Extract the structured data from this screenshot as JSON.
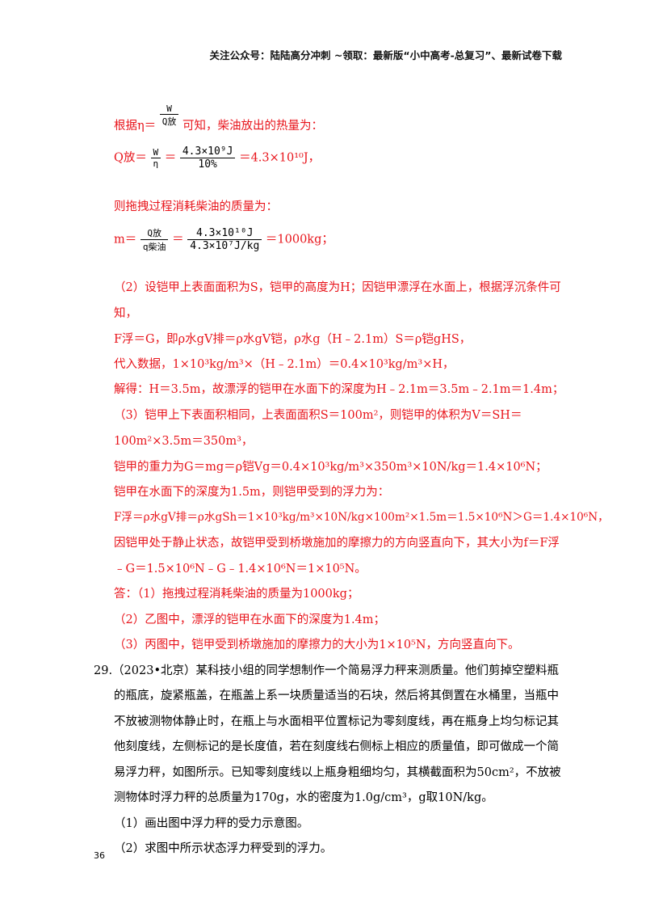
{
  "header": "关注公众号：陆陆高分冲刺  ~领取：最新版“小中高考-总复习”、最新试卷下载",
  "s1": {
    "prefix": "根据η＝",
    "num": "W",
    "den": "Q放",
    "suffix": "可知，柴油放出的热量为："
  },
  "s2": {
    "lhs": "Q放＝",
    "f1_num": "W",
    "f1_den": "η",
    "eq": "＝",
    "f2_num": "4.3×10⁹J",
    "f2_den": "10%",
    "result": "＝4.3×10¹⁰J，"
  },
  "s3": "则拖拽过程消耗柴油的质量为：",
  "s4": {
    "lhs": "m＝",
    "f1_num": "Q放",
    "f1_den": "q柴油",
    "eq": "＝",
    "f2_num": "4.3×10¹⁰J",
    "f2_den": "4.3×10⁷J/kg",
    "result": "＝1000kg；"
  },
  "p2": [
    "（2）设铠甲上表面面积为S，铠甲的高度为H；因铠甲漂浮在水面上，根据浮沉条件可",
    "知，",
    "F浮＝G，即ρ水gV排＝ρ水gV铠，ρ水g（H﹣2.1m）S＝ρ铠gHS，",
    "代入数据，1×10³kg/m³×（H﹣2.1m）＝0.4×10³kg/m³×H，",
    "解得：H＝3.5m，故漂浮的铠甲在水面下的深度为H﹣2.1m＝3.5m﹣2.1m＝1.4m；",
    "（3）铠甲上下表面积相同，上表面面积S＝100m²，则铠甲的体积为V＝SH＝",
    "100m²×3.5m＝350m³，",
    "铠甲的重力为G＝mg＝ρ铠Vg＝0.4×10³kg/m³×350m³×10N/kg＝1.4×10⁶N；",
    "铠甲在水面下的深度为1.5m，则铠甲受到的浮力为：",
    "F浮＝ρ水gV排＝ρ水gSh＝1×10³kg/m³×10N/kg×100m²×1.5m＝1.5×10⁶N＞G＝1.4×10⁶N，",
    "因铠甲处于静止状态，故铠甲受到桥墩施加的摩擦力的方向竖直向下，其大小为f＝F浮",
    "﹣G＝1.5×10⁶N﹣G﹣1.4×10⁶N＝1×10⁵N。",
    "答：（1）拖拽过程消耗柴油的质量为1000kg；",
    "（2）乙图中，漂浮的铠甲在水面下的深度为1.4m；",
    "（3）丙图中，铠甲受到桥墩施加的摩擦力的大小为1×10⁵N，方向竖直向下。"
  ],
  "q29": [
    "29.（2023•北京）某科技小组的同学想制作一个简易浮力秤来测质量。他们剪掉空塑料瓶",
    "的瓶底，旋紧瓶盖，在瓶盖上系一块质量适当的石块，然后将其倒置在水桶里，当瓶中",
    "不放被测物体静止时，在瓶上与水面相平位置标记为零刻度线，再在瓶身上均匀标记其",
    "他刻度线，左侧标记的是长度值，若在刻度线右侧标上相应的质量值，即可做成一个简",
    "易浮力秤，如图所示。已知零刻度线以上瓶身粗细均匀，其横截面积为50cm²，不放被",
    "测物体时浮力秤的总质量为170g，水的密度为1.0g/cm³，g取10N/kg。",
    "（1）画出图中浮力秤的受力示意图。",
    "（2）求图中所示状态浮力秤受到的浮力。"
  ],
  "page_number": "36"
}
